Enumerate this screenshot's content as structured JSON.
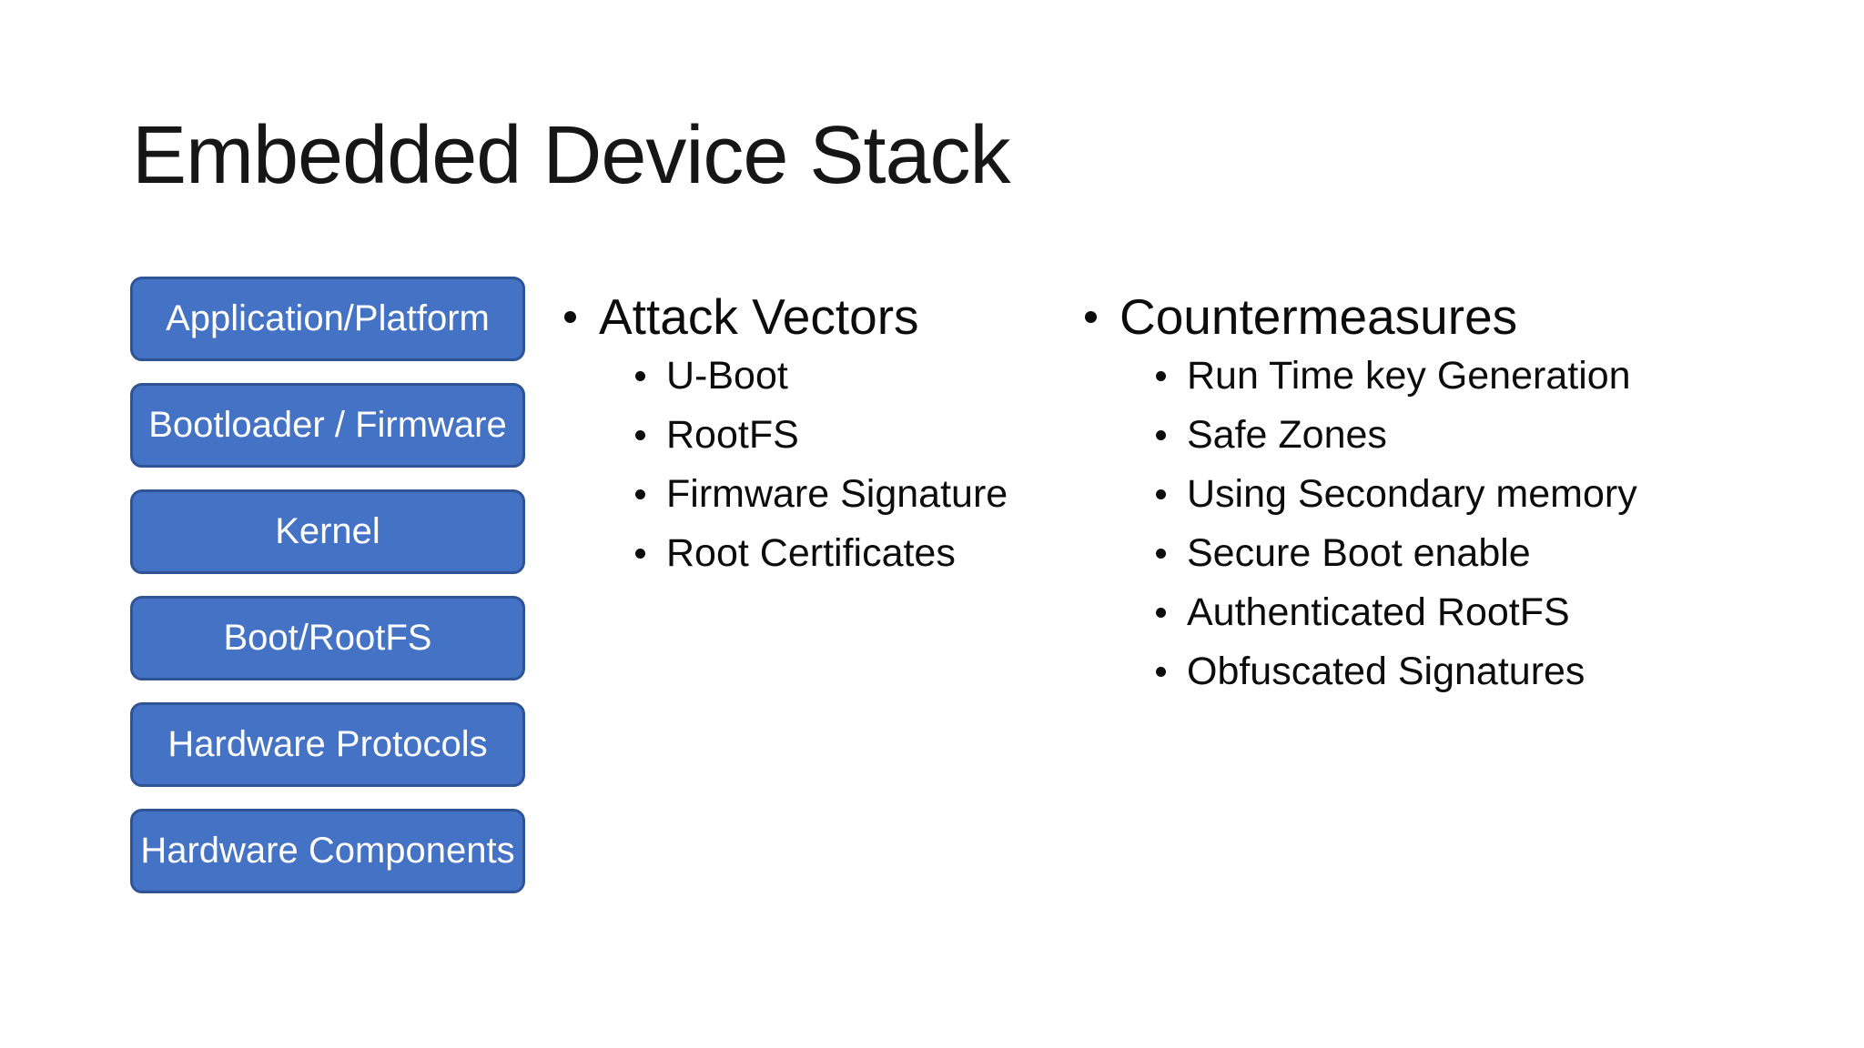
{
  "slide": {
    "title": "Embedded Device Stack",
    "theme": {
      "background": "#FFFFFF",
      "text_color": "#0C0C0C",
      "box_fill": "#4472C4",
      "box_border": "#2F5496",
      "box_text_color": "#FFFFFF"
    },
    "device_stack": {
      "layers": [
        "Application/Platform",
        "Bootloader / Firmware",
        "Kernel",
        "Boot/RootFS",
        "Hardware Protocols",
        "Hardware Components"
      ]
    },
    "attack_vectors": {
      "heading": "Attack Vectors",
      "items": [
        "U-Boot",
        "RootFS",
        "Firmware Signature",
        "Root Certificates"
      ]
    },
    "countermeasures": {
      "heading": "Countermeasures",
      "items": [
        "Run Time key Generation",
        "Safe Zones",
        "Using Secondary memory",
        "Secure Boot enable",
        "Authenticated RootFS",
        "Obfuscated Signatures"
      ]
    }
  }
}
